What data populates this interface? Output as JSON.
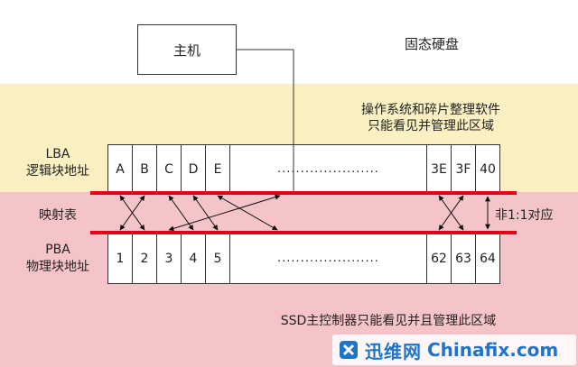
{
  "host": {
    "label": "主机"
  },
  "ssd": {
    "label": "固态硬盘"
  },
  "os_note": [
    "操作系统和碎片整理软件",
    "只能看见并管理此区域"
  ],
  "lba": {
    "label_line1": "LBA",
    "label_line2": "逻辑块地址",
    "cells": [
      "A",
      "B",
      "C",
      "D",
      "E",
      "......................",
      "3E",
      "3F",
      "40"
    ]
  },
  "mapping": {
    "label": "映射表",
    "ratio_label": "非1:1对应"
  },
  "pba": {
    "label_line1": "PBA",
    "label_line2": "物理块地址",
    "cells": [
      "1",
      "2",
      "3",
      "4",
      "5",
      "......................",
      "62",
      "63",
      "64"
    ]
  },
  "controller_note": "SSD主控制器只能看见并且管理此区域",
  "watermark": {
    "cn": "迅维网",
    "en": "Chinafix.com"
  },
  "colors": {
    "top_band": "#fbf0c2",
    "bottom_band": "#f5c4c8",
    "bus_red": "#e3001b",
    "brand_blue": "#1f74c8"
  }
}
